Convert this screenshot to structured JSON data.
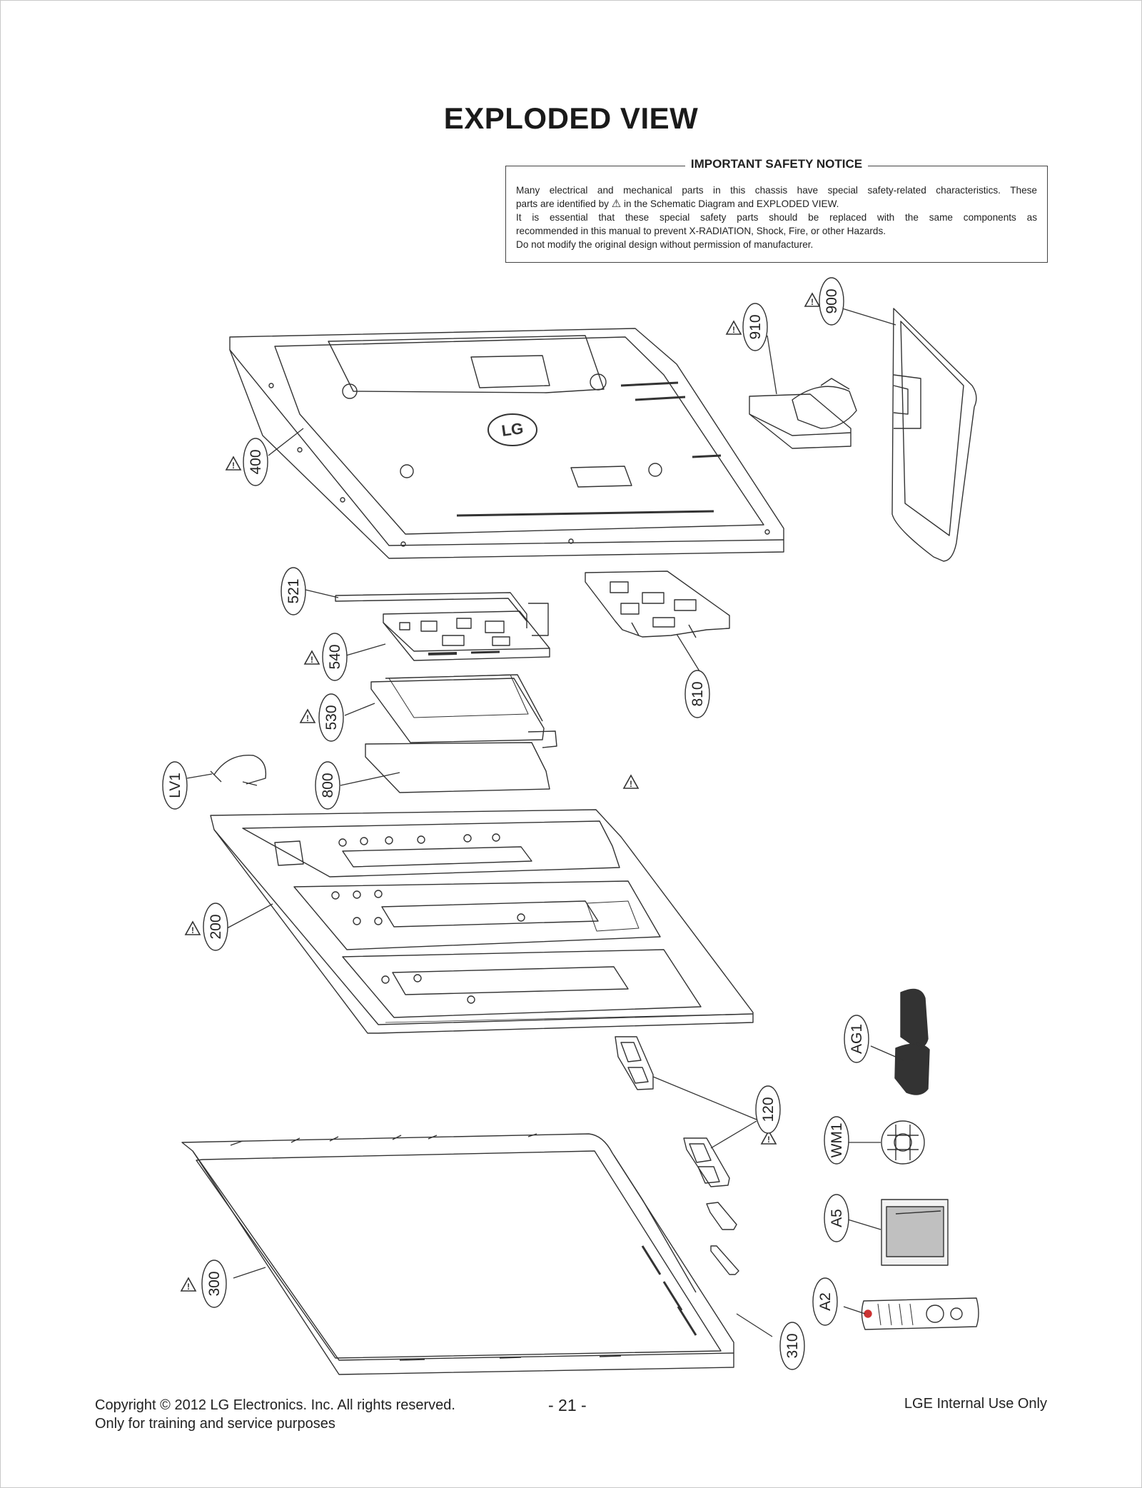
{
  "title": "EXPLODED VIEW",
  "safety_notice": {
    "title": "IMPORTANT SAFETY NOTICE",
    "line1": "Many electrical and mechanical parts in this chassis have special safety-related characteristics. These",
    "line2_pre": "parts are identified by",
    "line2_post": "in the Schematic Diagram and EXPLODED VIEW.",
    "line3": "It is essential that these special safety parts should be replaced with the same components as",
    "line4": "recommended in this manual to prevent X-RADIATION, Shock, Fire, or other Hazards.",
    "line5": "Do not modify the original design without permission of manufacturer."
  },
  "callouts": {
    "c910": "910",
    "c900": "900",
    "c400": "400",
    "c521": "521",
    "c540": "540",
    "c530": "530",
    "c810": "810",
    "c800": "800",
    "lv1": "LV1",
    "c200": "200",
    "ag1": "AG1",
    "c120": "120",
    "wm1": "WM1",
    "a5": "A5",
    "c300": "300",
    "a2": "A2",
    "c310": "310"
  },
  "footer": {
    "copyright": "Copyright  © 2012  LG Electronics. Inc. All rights reserved.",
    "purpose": "Only for training and service purposes",
    "page_number": "- 21 -",
    "internal": "LGE Internal Use Only"
  }
}
